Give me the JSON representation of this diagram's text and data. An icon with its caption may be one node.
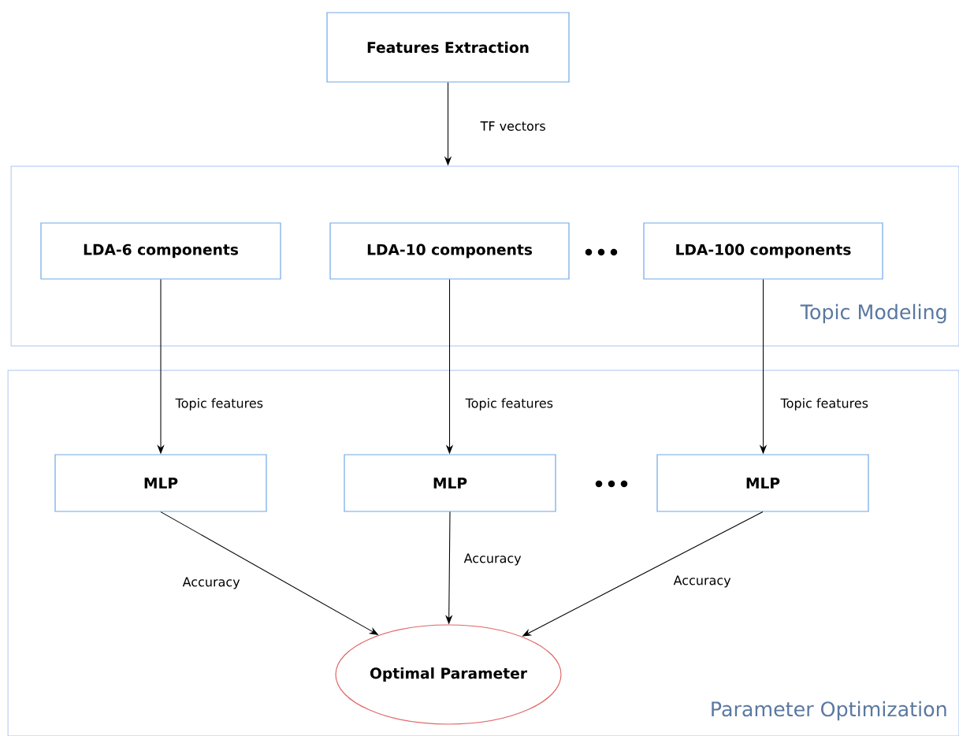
{
  "diagram": {
    "nodes": [
      {
        "text": [
          "Features Extraction"
        ]
      },
      {
        "text": [
          "Topic Modeling"
        ]
      },
      {
        "text": [
          "LDA-6 components"
        ],
        "in": 1
      },
      {
        "text": [
          "LDA-10 components"
        ],
        "in": 1
      },
      {
        "text": [
          "LDA-100 components"
        ],
        "in": 1
      },
      {
        "text": [
          "Parameter Optimization"
        ]
      },
      {
        "text": [
          "MLP"
        ],
        "in": 5
      },
      {
        "text": [
          "MLP"
        ],
        "in": 5
      },
      {
        "text": [
          "MLP"
        ],
        "in": 5
      },
      {
        "text": [
          "Optimal Parameter"
        ],
        "in": 5
      }
    ],
    "edges": [
      {
        "from": 0,
        "to": 1,
        "arrow": "to",
        "label": "TF vectors"
      },
      {
        "from": 2,
        "to": 6,
        "arrow": "to",
        "label": "Topic features"
      },
      {
        "from": 3,
        "to": 7,
        "arrow": "to",
        "label": "Topic features"
      },
      {
        "from": 4,
        "to": 8,
        "arrow": "to",
        "label": "Topic features"
      },
      {
        "from": 6,
        "to": 9,
        "arrow": "to",
        "label": "Accuracy"
      },
      {
        "from": 7,
        "to": 9,
        "arrow": "to",
        "label": "Accuracy"
      },
      {
        "from": 8,
        "to": 9,
        "arrow": "to",
        "label": "Accuracy"
      }
    ]
  }
}
